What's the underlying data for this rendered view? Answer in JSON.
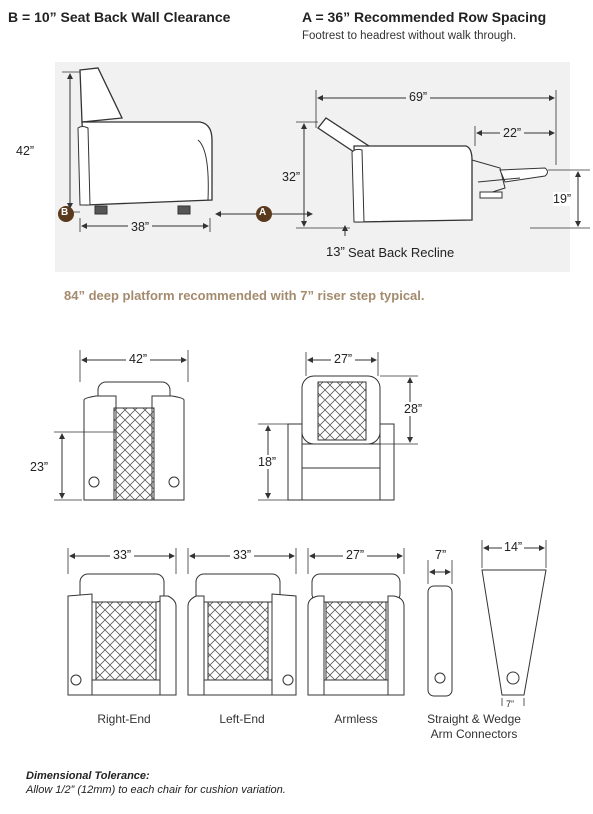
{
  "header": {
    "b_title": "B = 10” Seat Back Wall Clearance",
    "a_title": "A = 36” Recommended Row Spacing",
    "a_subtitle": "Footrest to headrest without walk through."
  },
  "side_view": {
    "height_label": "42”",
    "depth_label": "38”",
    "marker_b": "B",
    "marker_a": "A",
    "recline_width_label": "69”",
    "footrest_label": "22”",
    "seat_height_label": "32”",
    "footrest_height_label": "19”",
    "recline_label": "13”",
    "recline_text": "Seat Back Recline"
  },
  "platform_note": "84” deep platform recommended with 7” riser step typical.",
  "front_views": {
    "top_width_label": "42”",
    "arm_height_label": "23”",
    "front_width_label": "27”",
    "back_height_label": "28”",
    "seat_height_label": "18”"
  },
  "components": [
    {
      "name": "Right-End",
      "width": "33”"
    },
    {
      "name": "Left-End",
      "width": "33”"
    },
    {
      "name": "Armless",
      "width": "27”"
    }
  ],
  "connectors": {
    "straight_width": "7”",
    "wedge_top_width": "14”",
    "wedge_bottom_width": "7”",
    "caption_line1": "Straight & Wedge",
    "caption_line2": "Arm Connectors"
  },
  "tolerance": {
    "title": "Dimensional Tolerance:",
    "body": "Allow 1/2” (12mm) to each chair for cushion variation."
  },
  "colors": {
    "marker": "#5a3a1c",
    "platform_text": "#a48b6e",
    "panel": "#f1f1f1",
    "line": "#333333"
  }
}
